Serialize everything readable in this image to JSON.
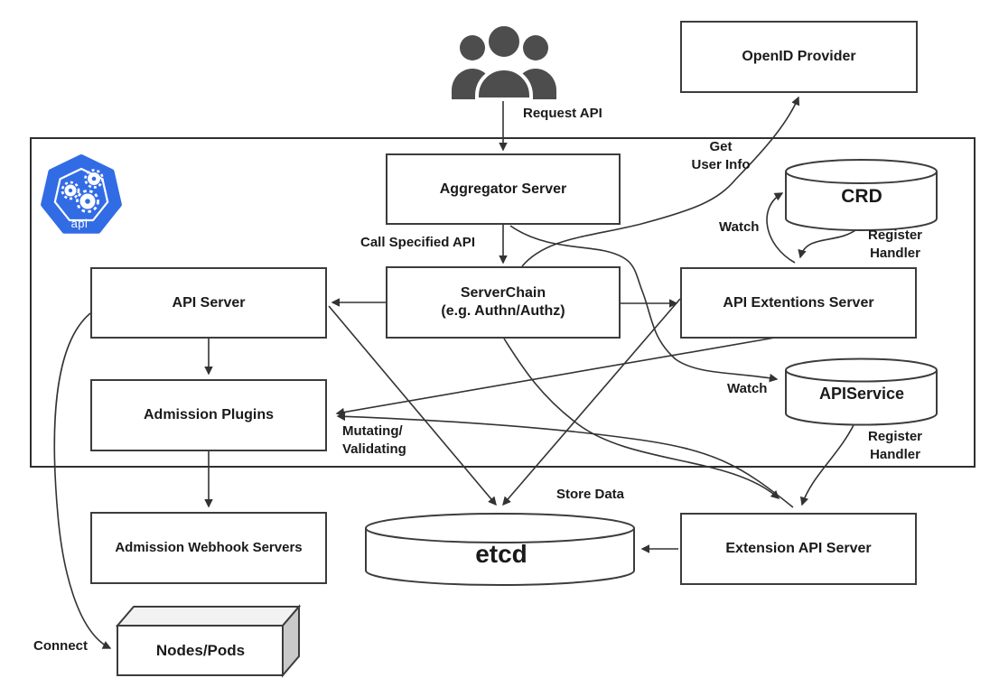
{
  "logo": {
    "text": "api",
    "color": "#326CE5"
  },
  "colors": {
    "line": "#333333",
    "box_border": "#3c3c3c",
    "users_icon": "#4d4d4d",
    "nodes_pods_side": "#c9c9c9",
    "logo_blue": "#326CE5"
  },
  "nodes": {
    "openid_provider": "OpenID Provider",
    "aggregator_server": "Aggregator Server",
    "crd": "CRD",
    "api_server": "API Server",
    "server_chain_line1": "ServerChain",
    "server_chain_line2": "(e.g. Authn/Authz)",
    "api_extensions_server": "API Extentions Server",
    "admission_plugins": "Admission Plugins",
    "api_service": "APIService",
    "admission_webhook_servers": "Admission Webhook Servers",
    "etcd": "etcd",
    "extension_api_server": "Extension API Server",
    "nodes_pods": "Nodes/Pods"
  },
  "edges": {
    "request_api": "Request API",
    "call_specified_api": "Call Specified API",
    "get_user_info": {
      "line1": "Get",
      "line2": "User Info"
    },
    "crd_watch": "Watch",
    "crd_register": {
      "line1": "Register",
      "line2": "Handler"
    },
    "apiservice_watch": "Watch",
    "apiservice_register": {
      "line1": "Register",
      "line2": "Handler"
    },
    "mutating_validating": {
      "line1": "Mutating/",
      "line2": "Validating"
    },
    "store_data": "Store Data",
    "connect": "Connect"
  }
}
